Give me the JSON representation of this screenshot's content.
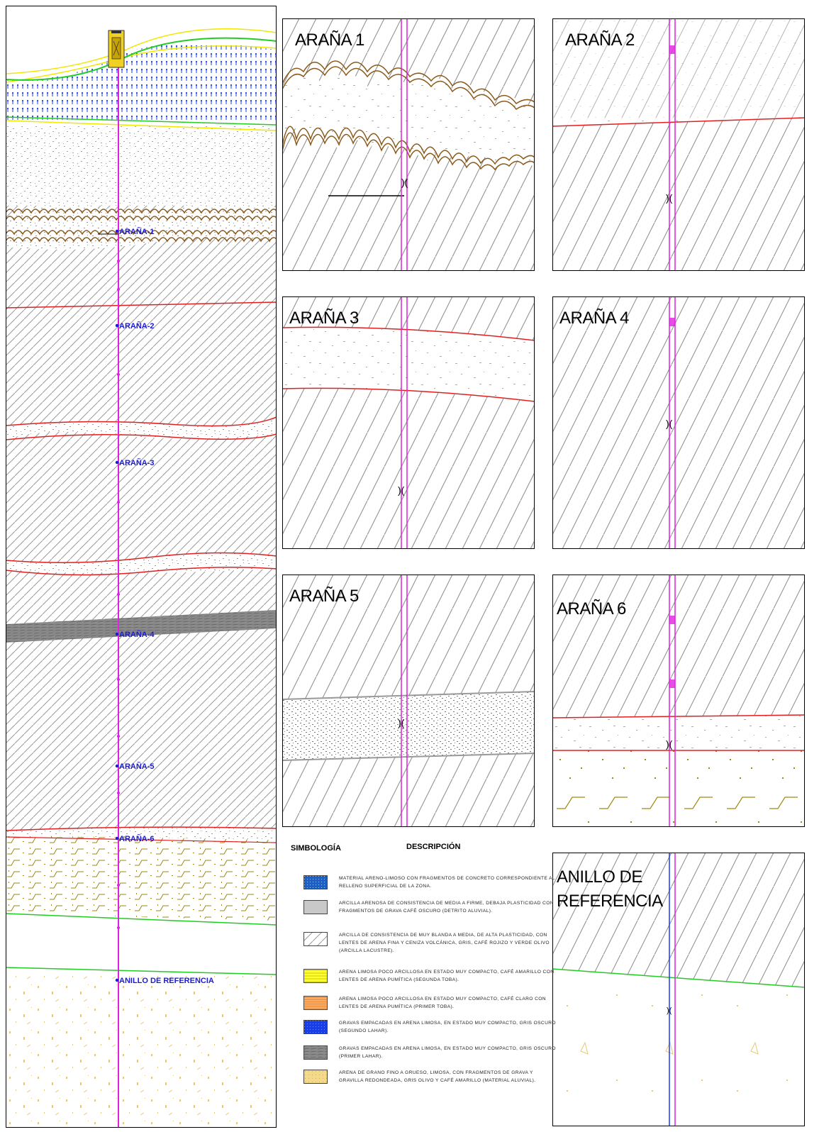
{
  "column": {
    "markers": [
      "ARAÑA-1",
      "ARAÑA-2",
      "ARAÑA-3",
      "ARAÑA-4",
      "ARAÑA-5",
      "ARAÑA-6",
      "ANILLO DE REFERENCIA"
    ]
  },
  "panels": [
    {
      "id": "arana-1",
      "title": "ARAÑA 1"
    },
    {
      "id": "arana-2",
      "title": "ARAÑA 2"
    },
    {
      "id": "arana-3",
      "title": "ARAÑA 3"
    },
    {
      "id": "arana-4",
      "title": "ARAÑA 4"
    },
    {
      "id": "arana-5",
      "title": "ARAÑA 5"
    },
    {
      "id": "arana-6",
      "title": "ARAÑA 6"
    },
    {
      "id": "anillo",
      "title_line1": "ANILLO DE",
      "title_line2": "REFERENCIA"
    }
  ],
  "legend": {
    "col1": "SIMBOLOGÍA",
    "col2": "DESCRIPCIÓN",
    "items": [
      {
        "color": "#1f5fbf",
        "pattern": "blue-dots",
        "text": "MATERIAL ARENO-LIMOSO CON FRAGMENTOS DE CONCRETO CORRESPONDIENTE AL RELLENO SUPERFICIAL DE LA ZONA."
      },
      {
        "color": "#c8c8c8",
        "pattern": "grey-speckle",
        "text": "ARCILLA ARENOSA DE CONSISTENCIA DE MEDIA A FIRME, DEBAJA PLASTICIDAD CON FRAGMENTOS DE GRAVA CAFÉ OSCURO (DETRITO ALUVIAL)."
      },
      {
        "color": "#bdbdbd",
        "pattern": "hatch",
        "text": "ARCILLA DE CONSISTENCIA DE MUY BLANDA A MEDIA, DE ALTA PLASTICIDAD, CON LENTES DE ARENA FINA Y CENIZA VOLCÁNICA, GRIS, CAFÉ ROJIZO Y VERDE OLIVO (ARCILLA LACUSTRE)."
      },
      {
        "color": "#ffff33",
        "pattern": "yellow-lines",
        "text": "ARENA LIMOSA POCO ARCILLOSA EN ESTADO MUY COMPACTO, CAFÉ AMARILLO CON LENTES DE ARENA PUMÍTICA (SEGUNDA TOBA)."
      },
      {
        "color": "#f08a30",
        "pattern": "orange-lines",
        "text": "ARENA LIMOSA POCO ARCILLOSA EN ESTADO MUY COMPACTO, CAFÉ CLARO CON LENTES DE ARENA PUMÍTICA (PRIMER TOBA)."
      },
      {
        "color": "#1a3ee6",
        "pattern": "blue-solid",
        "text": "GRAVAS EMPACADAS EN ARENA LIMOSA, EN ESTADO MUY COMPACTO, GRIS OSCURO (SEGUNDO LAHAR)."
      },
      {
        "color": "#777777",
        "pattern": "dark-grey",
        "text": "GRAVAS EMPACADAS EN ARENA LIMOSA, EN ESTADO MUY COMPACTO, GRIS OSCURO (PRIMER LAHAR)."
      },
      {
        "color": "#f5d98a",
        "pattern": "sand",
        "text": "ARENA DE GRANO FINO A GRUESO, LIMOSA, CON FRAGMENTOS DE GRAVA Y GRAVILLA REDONDEADA, GRIS OLIVO Y CAFÉ AMARILLO (MATERIAL ALUVIAL)."
      }
    ]
  },
  "colors": {
    "rod": "#e020e0",
    "boundary": "#e02020",
    "boundary_green": "#1ec81e",
    "bumps": "#8b5a1b",
    "fill": "#1a3ee6",
    "marker": "#1a1ad8"
  }
}
